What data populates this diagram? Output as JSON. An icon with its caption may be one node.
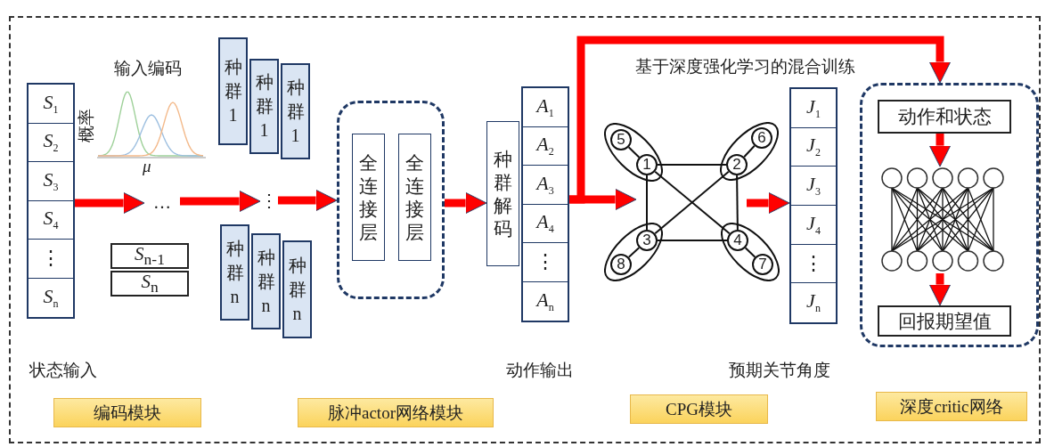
{
  "diagram": {
    "nodes": [
      {
        "text": [],
        "shape": "box"
      },
      {
        "text": [
          "*S*$_{1}$"
        ],
        "in": 0
      },
      {
        "text": [
          "*S*$_{2}$"
        ],
        "in": 0
      },
      {
        "text": [
          "*S*$_{3}$"
        ],
        "in": 0
      },
      {
        "text": [
          "*S*$_{4}$"
        ],
        "in": 0
      },
      {
        "text": [
          "⋮"
        ],
        "in": 0
      },
      {
        "text": [
          "*S*$_{n}$"
        ],
        "in": 0
      },
      {
        "text": [
          "…"
        ]
      },
      {
        "text": [
          "*S*$_{n-1}$"
        ]
      },
      {
        "text": [
          "*S*$_{n}$"
        ]
      },
      {
        "text": [
          "种群1"
        ]
      },
      {
        "text": [
          "种群1"
        ]
      },
      {
        "text": [
          "种群1"
        ]
      },
      {
        "text": [
          "⋮"
        ]
      },
      {
        "text": [
          "种群n"
        ]
      },
      {
        "text": [
          "种群n"
        ]
      },
      {
        "text": [
          "种群n"
        ]
      },
      {
        "text": [],
        "shape": "box"
      },
      {
        "text": [
          "全连接层"
        ],
        "in": 17
      },
      {
        "text": [
          "全连接层"
        ],
        "in": 17
      },
      {
        "text": [
          "种群解码"
        ]
      },
      {
        "text": [],
        "shape": "box"
      },
      {
        "text": [
          "*A*$_{1}$"
        ],
        "in": 21
      },
      {
        "text": [
          "*A*$_{2}$"
        ],
        "in": 21
      },
      {
        "text": [
          "*A*$_{3}$"
        ],
        "in": 21
      },
      {
        "text": [
          "*A*$_{4}$"
        ],
        "in": 21
      },
      {
        "text": [
          "⋮"
        ],
        "in": 21
      },
      {
        "text": [
          "*A*$_{n}$"
        ],
        "in": 21
      },
      {
        "text": [],
        "shape": "ellipse"
      },
      {
        "text": [
          "5"
        ],
        "in": 28
      },
      {
        "text": [
          "1"
        ],
        "in": 28
      },
      {
        "text": [],
        "shape": "ellipse"
      },
      {
        "text": [
          "6"
        ],
        "in": 31
      },
      {
        "text": [
          "2"
        ],
        "in": 31
      },
      {
        "text": [],
        "shape": "ellipse"
      },
      {
        "text": [
          "3"
        ],
        "in": 34
      },
      {
        "text": [
          "8"
        ],
        "in": 34
      },
      {
        "text": [],
        "shape": "ellipse"
      },
      {
        "text": [
          "4"
        ],
        "in": 37
      },
      {
        "text": [
          "7"
        ],
        "in": 37
      },
      {
        "text": [],
        "shape": "box"
      },
      {
        "text": [
          "*J*$_{1}$"
        ],
        "in": 40
      },
      {
        "text": [
          "*J*$_{2}$"
        ],
        "in": 40
      },
      {
        "text": [
          "*J*$_{3}$"
        ],
        "in": 40
      },
      {
        "text": [
          "*J*$_{4}$"
        ],
        "in": 40
      },
      {
        "text": [
          "⋮"
        ],
        "in": 40
      },
      {
        "text": [
          "*J*$_{n}$"
        ],
        "in": 40
      },
      {
        "text": [],
        "shape": "box"
      },
      {
        "text": [
          "动作和状态"
        ],
        "in": 47
      },
      {
        "text": [],
        "shape": "picture",
        "in": 47
      },
      {
        "text": [
          "回报期望值"
        ],
        "in": 47
      },
      {
        "text": [
          "编码模块"
        ]
      },
      {
        "text": [
          "脉冲actor网络模块"
        ]
      },
      {
        "text": [
          "CPG模块"
        ]
      },
      {
        "text": [
          "深度critic网络"
        ]
      }
    ],
    "edges": [
      {
        "from": 0,
        "to": 7,
        "arrow": "to",
        "style": "thick",
        "color": "#ff0000"
      },
      {
        "from": 7,
        "to": 13,
        "arrow": "to",
        "style": "thick",
        "color": "#ff0000"
      },
      {
        "from": 13,
        "to": 17,
        "arrow": "to",
        "style": "thick",
        "color": "#ff0000"
      },
      {
        "from": 17,
        "to": 20,
        "arrow": "to",
        "style": "thick",
        "color": "#ff0000"
      },
      {
        "from": 24,
        "to": 30,
        "arrow": "to",
        "style": "thick",
        "color": "#ff0000"
      },
      {
        "from": null,
        "to": 40,
        "arrow": "to",
        "style": "thick",
        "color": "#ff0000"
      },
      {
        "from": 24,
        "to": 47,
        "arrow": "to",
        "style": "thick",
        "color": "#ff0000"
      },
      {
        "from": 48,
        "to": 49,
        "arrow": "to",
        "style": "thick",
        "color": "#ff0000"
      },
      {
        "from": 49,
        "to": 50,
        "arrow": "to",
        "style": "thick",
        "color": "#ff0000"
      },
      {
        "from": 29,
        "to": 30,
        "arrow": "none"
      },
      {
        "from": 32,
        "to": 33,
        "arrow": "none"
      },
      {
        "from": 35,
        "to": 36,
        "arrow": "none"
      },
      {
        "from": 38,
        "to": 39,
        "arrow": "none"
      },
      {
        "from": 30,
        "to": 33,
        "arrow": "none"
      },
      {
        "from": 30,
        "to": 35,
        "arrow": "none"
      },
      {
        "from": 30,
        "to": 38,
        "arrow": "none"
      },
      {
        "from": 33,
        "to": 35,
        "arrow": "none"
      },
      {
        "from": 33,
        "to": 38,
        "arrow": "none"
      },
      {
        "from": 35,
        "to": 38,
        "arrow": "none"
      }
    ],
    "labels": [
      "输入编码",
      "概率",
      "μ",
      "基于深度强化学习的混合训练",
      "状态输入",
      "动作输出",
      "预期关节角度"
    ]
  }
}
